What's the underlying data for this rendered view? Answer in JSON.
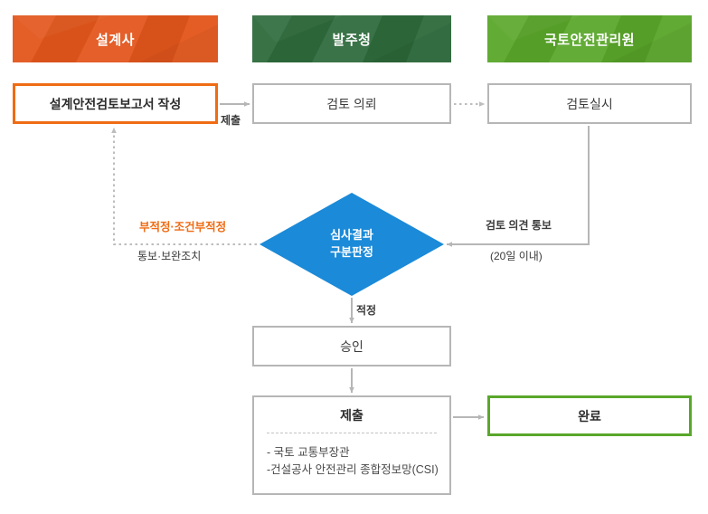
{
  "columns": [
    {
      "id": "designer",
      "label": "설계사",
      "color": "#e3561c"
    },
    {
      "id": "owner",
      "label": "발주청",
      "color": "#2e6b3c"
    },
    {
      "id": "agency",
      "label": "국토안전관리원",
      "color": "#5aa72b"
    }
  ],
  "nodes": {
    "report": {
      "label": "설계안전검토보고서 작성",
      "border_color": "#ef6c14"
    },
    "request": {
      "label": "검토 의뢰",
      "border_color": "#b6b6b6"
    },
    "review": {
      "label": "검토실시",
      "border_color": "#b6b6b6"
    },
    "decision": {
      "line1": "심사결과",
      "line2": "구분판정",
      "fill_color": "#1b8ad8"
    },
    "approve": {
      "label": "승인",
      "border_color": "#b6b6b6"
    },
    "submit": {
      "title": "제출",
      "items": [
        "- 국토 교통부장관",
        "-건설공사 안전관리 종합정보망(CSI)"
      ],
      "border_color": "#b6b6b6"
    },
    "done": {
      "label": "완료",
      "border_color": "#5aa72b"
    }
  },
  "edges": {
    "submit_to_request": "제출",
    "reject_result": "부적정·조건부적정",
    "reject_action": "통보·보완조치",
    "opinion_notice": "검토 의견 통보",
    "opinion_deadline": "(20일 이내)",
    "proper_result": "적정"
  },
  "icons": {
    "arrow": "arrowhead-icon",
    "dotted_line": "dotted-connector-icon"
  }
}
